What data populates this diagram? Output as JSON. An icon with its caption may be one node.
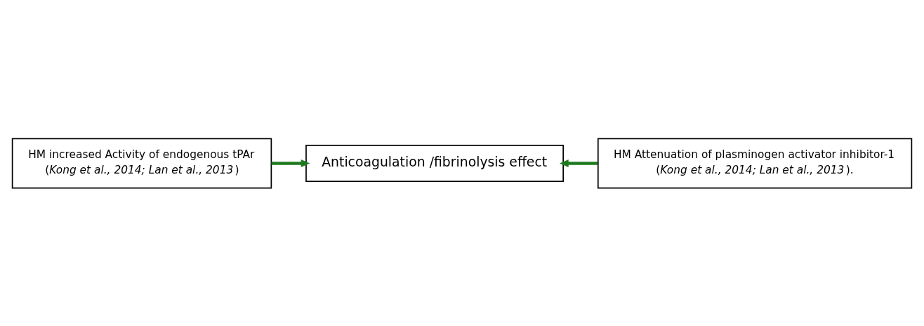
{
  "diagram": {
    "nodes": [
      {
        "text": [
          "HM increased Activity of endogenous tPAr",
          "(*Kong et al., 2014; Lan et al., 2013*)"
        ]
      },
      {
        "text": [
          "Anticoagulation /fibrinolysis effect"
        ]
      },
      {
        "text": [
          "HM Attenuation of plasminogen activator inhibitor-1",
          "(*Kong et al., 2014; Lan et al., 2013*)."
        ]
      }
    ],
    "edges": [
      {
        "from": 0,
        "to": 1,
        "arrow": "to"
      },
      {
        "from": 2,
        "to": 1,
        "arrow": "to"
      }
    ]
  }
}
